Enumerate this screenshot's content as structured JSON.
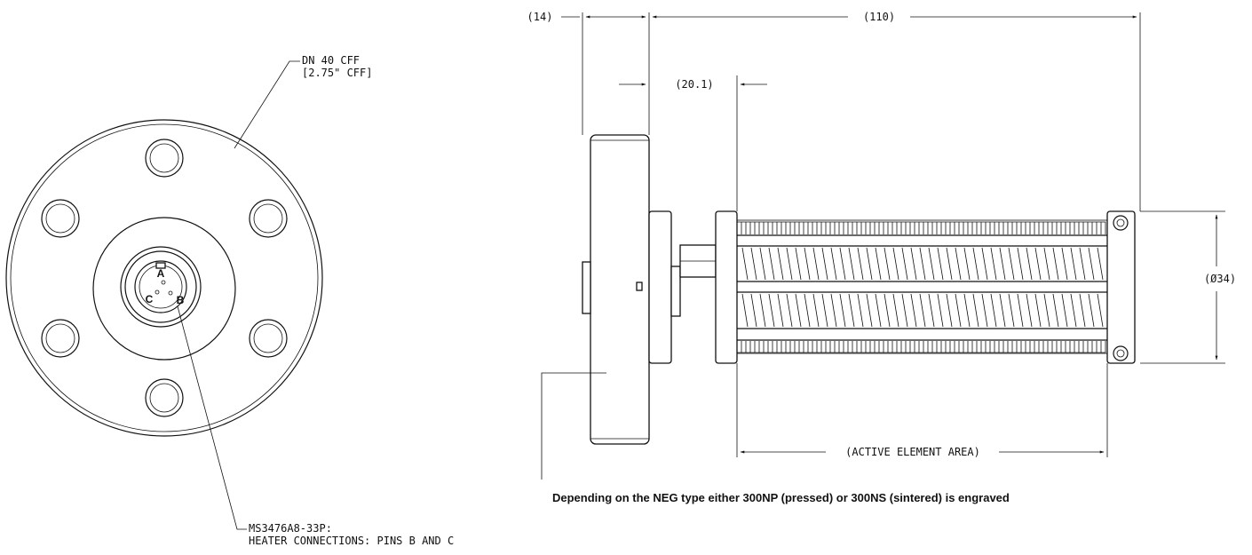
{
  "front_view": {
    "flange_label_line1": "DN 40 CFF",
    "flange_label_line2": "[2.75\" CFF]",
    "connector_label_line1": "MS3476A8-33P:",
    "connector_label_line2": "HEATER CONNECTIONS: PINS B AND C",
    "pins": [
      "A",
      "B",
      "C"
    ]
  },
  "side_view": {
    "dim_flange_thickness": "(14)",
    "dim_overall_length": "(110)",
    "dim_offset": "(20.1)",
    "dim_diameter": "(Ø34)",
    "dim_active_area": "(ACTIVE ELEMENT AREA)"
  },
  "engraving_note": "Depending on the NEG type either 300NP (pressed) or 300NS (sintered) is engraved",
  "colors": {
    "line": "#111111",
    "background": "#ffffff"
  }
}
